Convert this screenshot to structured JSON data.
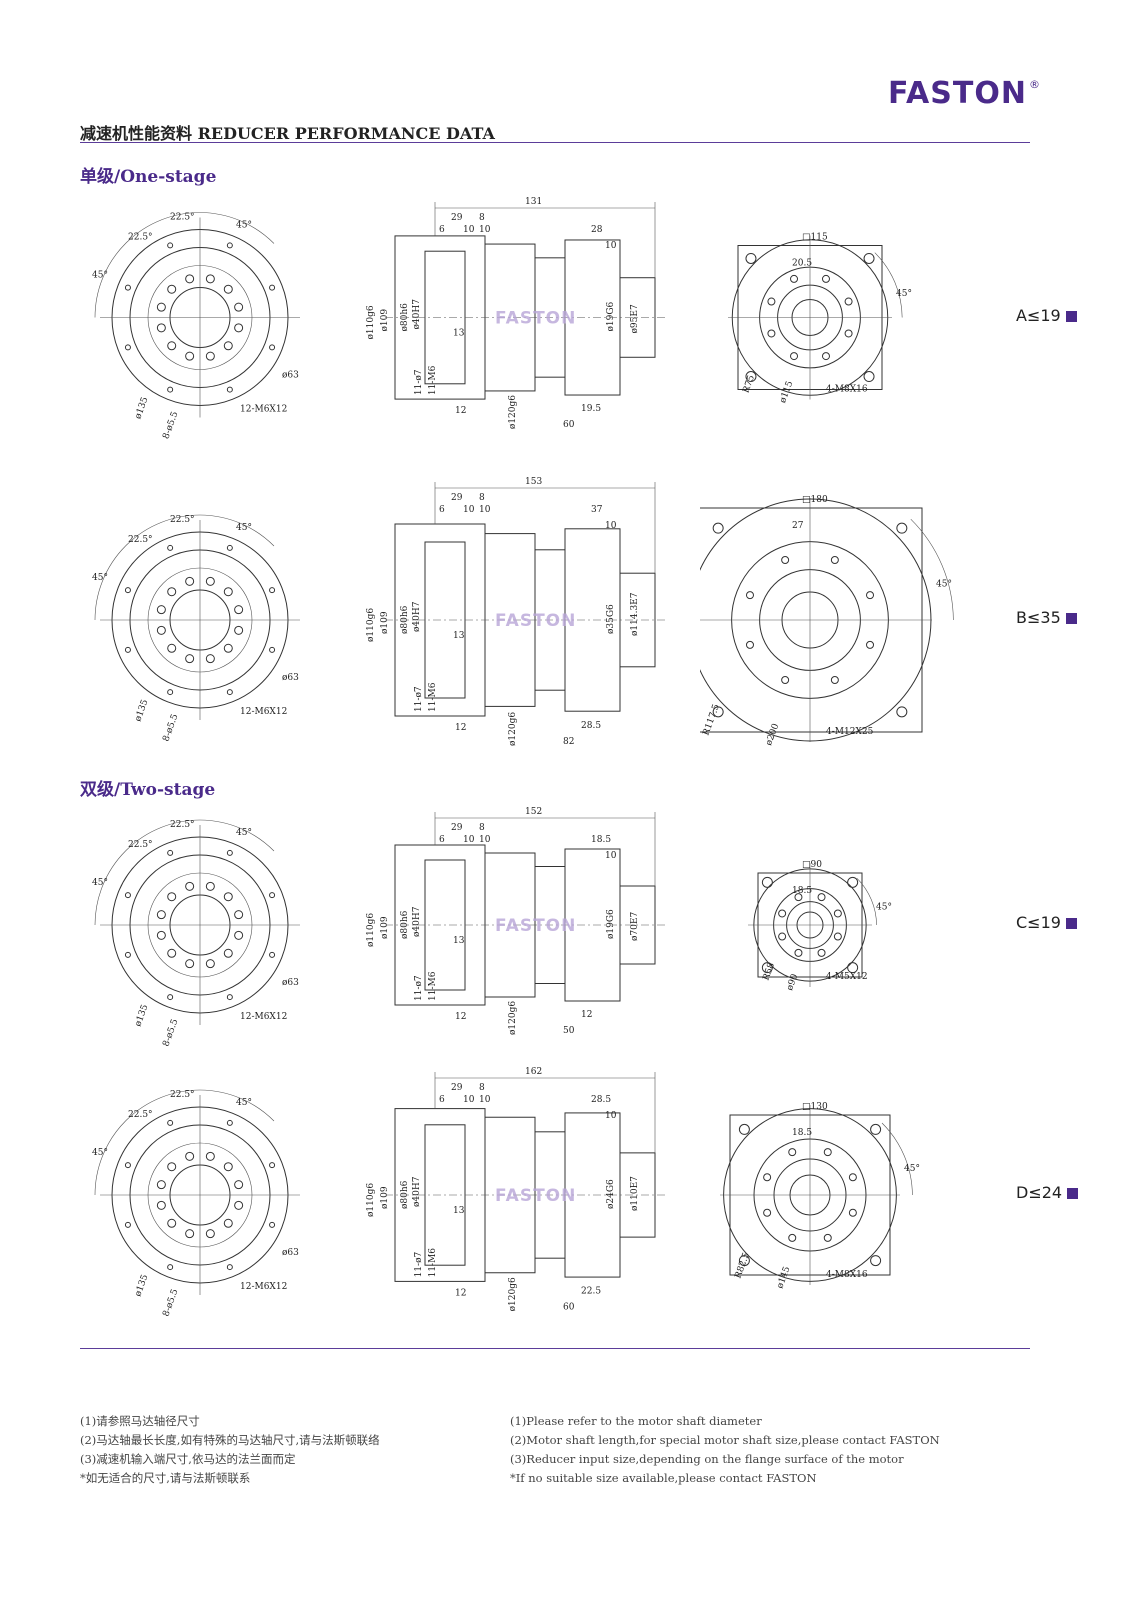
{
  "header": {
    "brand": "FASTON",
    "brand_mark": "®",
    "title": "减速机性能资料 REDUCER PERFORMANCE DATA"
  },
  "sections": {
    "one_stage": "单级/One-stage",
    "two_stage": "双级/Two-stage"
  },
  "common_labels": {
    "angle_22_5": "22.5°",
    "angle_45": "45°",
    "d135": "ø135",
    "d63": "ø63",
    "holes_8": "8-ø5.5",
    "holes_12": "12-M6X12",
    "d110": "ø110g6",
    "d109": "ø109",
    "d80": "ø80h6",
    "d40": "ø40H7",
    "dim_29": "29",
    "dim_8": "8",
    "dim_6": "6",
    "dim_10": "10",
    "dim_13": "13",
    "dim_12": "12",
    "d120": "ø120g6",
    "m6": "11-M6",
    "e7": "11-ø7",
    "watermark": "FASTON"
  },
  "drawings": [
    {
      "rating": "A≤19",
      "length": "131",
      "shaft_len": "28",
      "shaft_step": "10",
      "shaft_d": "ø19G6",
      "pilot_d": "ø95E7",
      "face_len": "19.5",
      "body_len": "60",
      "square": "□115",
      "offset": "20.5",
      "radius": "R75",
      "pcd": "ø115",
      "holes": "4-M8X16"
    },
    {
      "rating": "B≤35",
      "length": "153",
      "shaft_len": "37",
      "shaft_step": "10",
      "shaft_d": "ø35G6",
      "pilot_d": "ø114.3E7",
      "face_len": "28.5",
      "body_len": "82",
      "square": "□180",
      "offset": "27",
      "radius": "R117.5",
      "pcd": "ø200",
      "holes": "4-M12X25"
    },
    {
      "rating": "C≤19",
      "length": "152",
      "shaft_len": "18.5",
      "shaft_step": "10",
      "shaft_d": "ø19G6",
      "pilot_d": "ø70E7",
      "face_len": "12",
      "body_len": "50",
      "square": "□90",
      "offset": "18.5",
      "radius": "R58",
      "pcd": "ø90",
      "holes": "4-M5X12"
    },
    {
      "rating": "D≤24",
      "length": "162",
      "shaft_len": "28.5",
      "shaft_step": "10",
      "shaft_d": "ø24G6",
      "pilot_d": "ø110E7",
      "face_len": "22.5",
      "body_len": "60",
      "square": "□130",
      "offset": "18.5",
      "radius": "R82.5",
      "pcd": "ø145",
      "holes": "4-M8X16"
    }
  ],
  "notes_cn": [
    "(1)请参照马达轴径尺寸",
    "(2)马达轴最长长度,如有特殊的马达轴尺寸,请与法斯顿联络",
    "(3)减速机输入端尺寸,依马达的法兰面而定",
    "*如无适合的尺寸,请与法斯顿联系"
  ],
  "notes_en": [
    "(1)Please refer to the motor shaft diameter",
    "(2)Motor shaft length,for special motor shaft size,please contact FASTON",
    "(3)Reducer input size,depending on the flange surface of the motor",
    "*If no suitable size available,please contact FASTON"
  ],
  "colors": {
    "brand": "#4a2a8a",
    "rule": "#5b3d99",
    "line": "#333333"
  }
}
